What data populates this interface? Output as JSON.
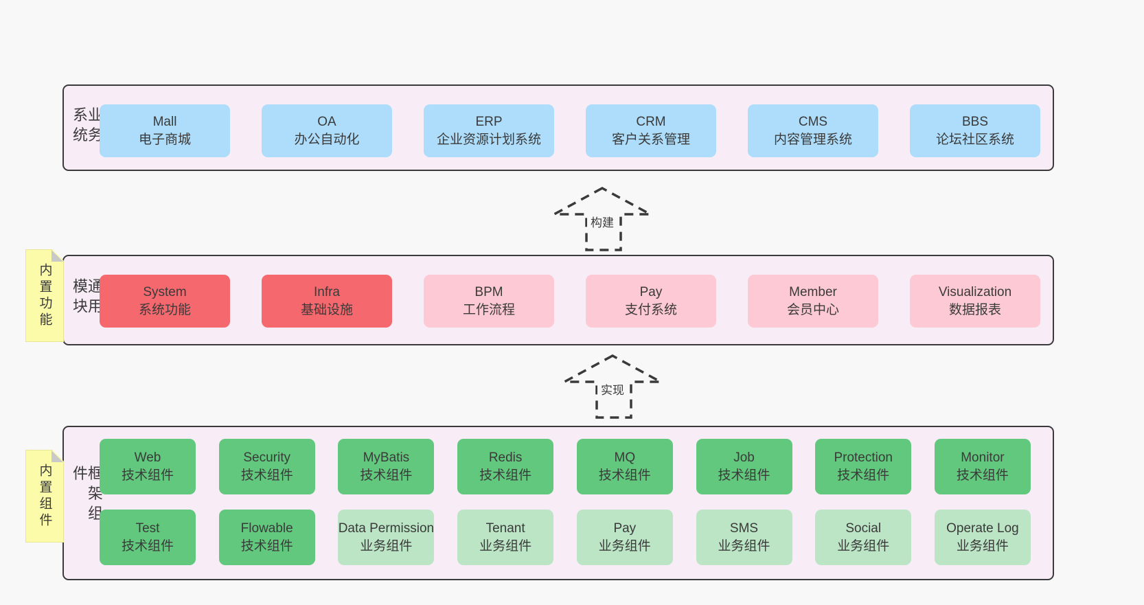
{
  "colors": {
    "page_bg": "#f8f8f8",
    "panel_bg": "#f8edf6",
    "panel_border": "#3a3a3a",
    "node_blue": "#aeddfb",
    "node_red": "#f5696e",
    "node_pink": "#fdc9d4",
    "node_green": "#62c87d",
    "node_light_green": "#bce5c6",
    "sticky_note_yellow": "#fbfba9",
    "note_fold_gray": "#c9c9c9",
    "text": "#3a3a3a"
  },
  "layers": [
    {
      "title": "业务系统",
      "boxes": [
        {
          "title": "Mall",
          "subtitle": "电子商城"
        },
        {
          "title": "OA",
          "subtitle": "办公自动化"
        },
        {
          "title": "ERP",
          "subtitle": "企业资源计划系统"
        },
        {
          "title": "CRM",
          "subtitle": "客户关系管理"
        },
        {
          "title": "CMS",
          "subtitle": "内容管理系统"
        },
        {
          "title": "BBS",
          "subtitle": "论坛社区系统"
        }
      ]
    },
    {
      "title": "通用模块",
      "note": "内置功能",
      "boxes": [
        {
          "title": "System",
          "subtitle": "系统功能"
        },
        {
          "title": "Infra",
          "subtitle": "基础设施"
        },
        {
          "title": "BPM",
          "subtitle": "工作流程"
        },
        {
          "title": "Pay",
          "subtitle": "支付系统"
        },
        {
          "title": "Member",
          "subtitle": "会员中心"
        },
        {
          "title": "Visualization",
          "subtitle": "数据报表"
        }
      ]
    },
    {
      "title": "框架组件",
      "note": "内置组件",
      "boxes": [
        {
          "title": "Web",
          "subtitle": "技术组件"
        },
        {
          "title": "Security",
          "subtitle": "技术组件"
        },
        {
          "title": "MyBatis",
          "subtitle": "技术组件"
        },
        {
          "title": "Redis",
          "subtitle": "技术组件"
        },
        {
          "title": "MQ",
          "subtitle": "技术组件"
        },
        {
          "title": "Job",
          "subtitle": "技术组件"
        },
        {
          "title": "Protection",
          "subtitle": "技术组件"
        },
        {
          "title": "Monitor",
          "subtitle": "技术组件"
        },
        {
          "title": "Test",
          "subtitle": "技术组件"
        },
        {
          "title": "Flowable",
          "subtitle": "技术组件"
        },
        {
          "title": "Data Permission",
          "subtitle": "业务组件"
        },
        {
          "title": "Tenant",
          "subtitle": "业务组件"
        },
        {
          "title": "Pay",
          "subtitle": "业务组件"
        },
        {
          "title": "SMS",
          "subtitle": "业务组件"
        },
        {
          "title": "Social",
          "subtitle": "业务组件"
        },
        {
          "title": "Operate Log",
          "subtitle": "业务组件"
        }
      ]
    }
  ],
  "arrows": [
    {
      "label": "构建"
    },
    {
      "label": "实现"
    }
  ]
}
